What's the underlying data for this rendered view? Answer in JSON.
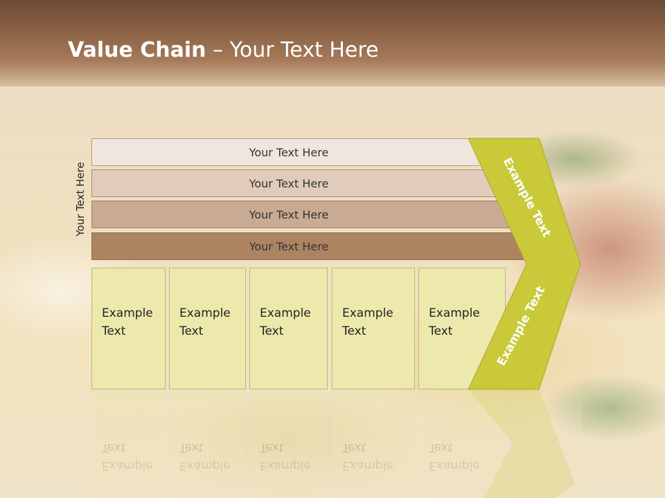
{
  "title": {
    "bold": "Value Chain",
    "rest": " – Your Text Here"
  },
  "side_label": "Your Text Here",
  "bars": [
    {
      "label": "Your Text Here"
    },
    {
      "label": "Your Text Here"
    },
    {
      "label": "Your Text Here"
    },
    {
      "label": "Your Text Here"
    }
  ],
  "cells": [
    {
      "line1": "Example",
      "line2": "Text"
    },
    {
      "line1": "Example",
      "line2": "Text"
    },
    {
      "line1": "Example",
      "line2": "Text"
    },
    {
      "line1": "Example",
      "line2": "Text"
    },
    {
      "line1": "Example",
      "line2": "Text"
    }
  ],
  "chevron": {
    "upper": "Example Text",
    "lower": "Example Text",
    "color": "#c9c93a"
  }
}
